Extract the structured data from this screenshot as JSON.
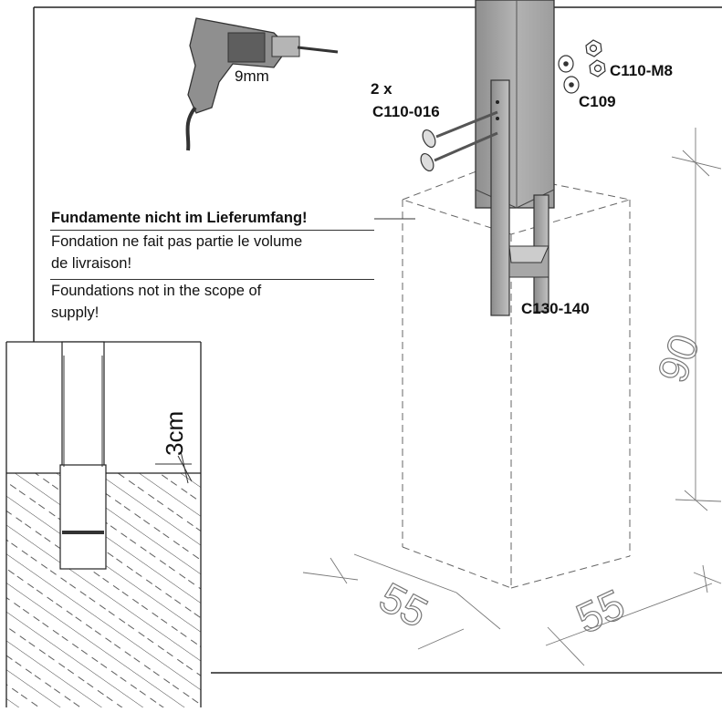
{
  "tool": {
    "drill_bit_size": "9mm"
  },
  "parts": {
    "bolt_qty": "2 x",
    "bolt_code": "C110-016",
    "nut_code": "C110-M8",
    "washer_code": "C109",
    "anchor_code": "C130-140"
  },
  "foundation_note": {
    "de": "Fundamente nicht im Lieferumfang!",
    "fr_line1": "Fondation ne fait pas partie le volume",
    "fr_line2": "de livraison!",
    "en_line1": "Foundations not in the scope of",
    "en_line2": "supply!"
  },
  "dimensions": {
    "embed_depth": "3cm",
    "width_a": "55",
    "width_b": "55",
    "height": "90"
  }
}
